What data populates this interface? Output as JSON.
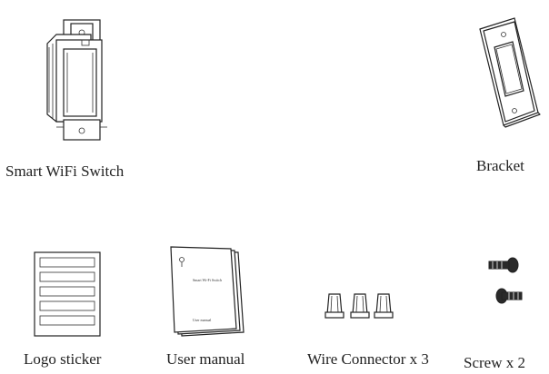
{
  "items": {
    "switch": {
      "label": "Smart WiFi Switch",
      "icon": "wifi-switch-icon"
    },
    "bracket": {
      "label": "Bracket",
      "icon": "wall-plate-icon"
    },
    "logo_sticker": {
      "label": "Logo sticker",
      "icon": "logo-sticker-sheet-icon"
    },
    "user_manual": {
      "label": "User manual",
      "icon": "user-manual-booklet-icon",
      "cover_title": "Smart Wi-Fi Switch",
      "cover_footer": "User manual"
    },
    "wire_connector": {
      "label": "Wire Connector  x 3",
      "icon": "wire-nut-icon"
    },
    "screw": {
      "label": "Screw x 2",
      "icon": "screw-icon"
    }
  }
}
